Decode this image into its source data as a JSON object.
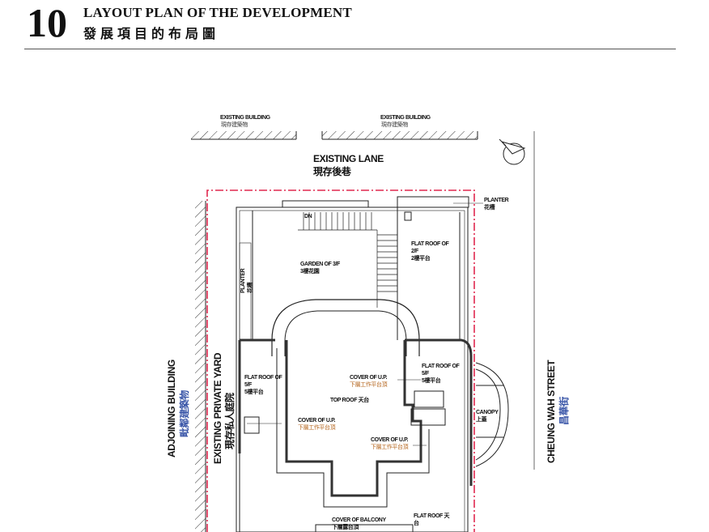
{
  "header": {
    "section_number": "10",
    "title_en": "LAYOUT PLAN OF THE DEVELOPMENT",
    "title_zh": "發展項目的布局圖"
  },
  "plan": {
    "existing_building_1": {
      "en": "EXISTING BUILDING",
      "zh": "現存建築物"
    },
    "existing_building_2": {
      "en": "EXISTING BUILDING",
      "zh": "現存建築物"
    },
    "existing_lane": {
      "en": "EXISTING LANE",
      "zh": "現存後巷"
    },
    "planter_top": {
      "en": "PLANTER",
      "zh": "花槽"
    },
    "planter_left": {
      "en": "PLANTER",
      "zh": "花槽"
    },
    "dn": "DN",
    "garden_3f": {
      "en": "GARDEN OF 3/F",
      "zh": "3樓花園"
    },
    "flat_roof_2f": {
      "en1": "FLAT ROOF OF",
      "en2": "2/F",
      "zh": "2樓平台"
    },
    "flat_roof_5f_left": {
      "en1": "FLAT ROOF OF",
      "en2": "5/F",
      "zh": "5樓平台"
    },
    "flat_roof_5f_right": {
      "en1": "FLAT ROOF OF",
      "en2": "5/F",
      "zh": "5樓平台"
    },
    "top_roof": "TOP ROOF 天台",
    "cover_up_1": {
      "en": "COVER OF U.P.",
      "zh": "下層工作平台頂"
    },
    "cover_up_2": {
      "en": "COVER OF U.P.",
      "zh": "下層工作平台頂"
    },
    "cover_up_3": {
      "en": "COVER OF U.P.",
      "zh": "下層工作平台頂"
    },
    "canopy": {
      "en": "CANOPY",
      "zh": "上蓋"
    },
    "cover_balcony": {
      "en": "COVER OF BALCONY",
      "zh": "下層露台頂"
    },
    "flat_roof_bottom": {
      "en1": "FLAT ROOF 天",
      "en2": "台"
    },
    "adjoining_building": {
      "en": "ADJOINING BUILDING",
      "zh": "毗鄰建築物"
    },
    "existing_private_yard": {
      "en": "EXISTING PRIVATE YARD",
      "zh": "現存私人庭院"
    },
    "street": {
      "en": "CHEUNG WAH STREET",
      "zh": "昌華街"
    }
  },
  "colors": {
    "boundary": "#e0284f",
    "line": "#222222"
  }
}
